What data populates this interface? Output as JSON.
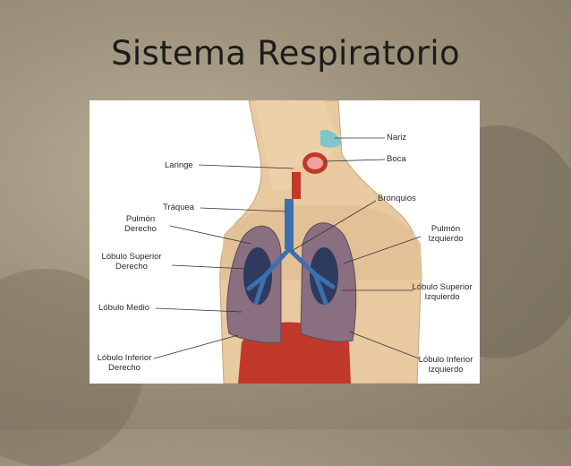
{
  "slide": {
    "title": "Sistema Respiratorio"
  },
  "diagram": {
    "labels": {
      "nariz": "Nariz",
      "boca": "Boca",
      "laringe": "Laringe",
      "traquea": "Tráquea",
      "bronquios": "Bronquios",
      "pulmon_derecho": [
        "Pulmón",
        "Derecho"
      ],
      "pulmon_izquierdo": [
        "Pulmón",
        "Izquierdo"
      ],
      "lobulo_superior_derecho": [
        "Lóbulo Superior",
        "Derecho"
      ],
      "lobulo_superior_izquierdo": [
        "Lóbulo Superior",
        "Izquierdo"
      ],
      "lobulo_medio": "Lóbulo Medio",
      "lobulo_inferior_derecho": [
        "Lóbulo Inferior",
        "Derecho"
      ],
      "lobulo_inferior_izquierdo": [
        "Lóbulo Inferior",
        "Izquierdo"
      ]
    },
    "colors": {
      "skin": "#e8c9a0",
      "lung": "#8a6f80",
      "airway": "#3b6fb0",
      "organs": "#c0392b",
      "nose": "#7ec6c9"
    }
  }
}
